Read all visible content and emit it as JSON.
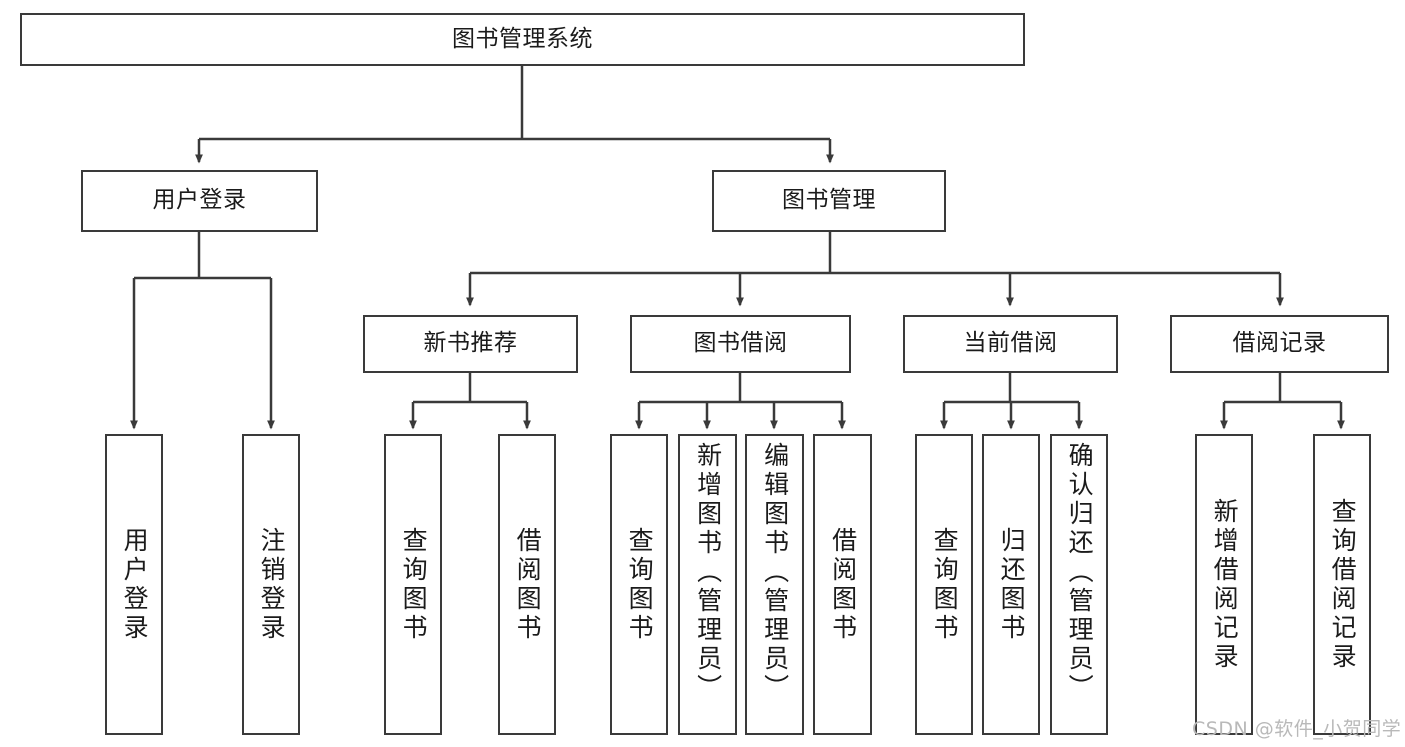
{
  "diagram": {
    "type": "hierarchy-tree",
    "title": "图书管理系统",
    "watermark": "CSDN @软件_小贺同学",
    "colors": {
      "box_border": "#3a3a3a",
      "box_fill": "#ffffff",
      "edge": "#3a3a3a",
      "text": "#1b1b1b",
      "watermark": "#b9b9b9",
      "background": "#ffffff"
    },
    "nodes": {
      "root": {
        "label": "图书管理系统"
      },
      "level1": [
        {
          "id": "user-login",
          "label": "用户登录"
        },
        {
          "id": "book-management",
          "label": "图书管理"
        }
      ],
      "level2": [
        {
          "id": "new-book-recommend",
          "label": "新书推荐"
        },
        {
          "id": "book-borrow",
          "label": "图书借阅"
        },
        {
          "id": "current-borrow",
          "label": "当前借阅"
        },
        {
          "id": "borrow-record",
          "label": "借阅记录"
        }
      ],
      "leaves": {
        "user_login": [
          {
            "id": "leaf-user-login",
            "label": "用户登录"
          },
          {
            "id": "leaf-logout-login",
            "label": "注销登录"
          }
        ],
        "new_book_recommend": [
          {
            "id": "leaf-query-book-1",
            "label": "查询图书"
          },
          {
            "id": "leaf-borrow-book-1",
            "label": "借阅图书"
          }
        ],
        "book_borrow": [
          {
            "id": "leaf-query-book-2",
            "label": "查询图书"
          },
          {
            "id": "leaf-add-book-admin",
            "label": "新增图书（管理员）"
          },
          {
            "id": "leaf-edit-book-admin",
            "label": "编辑图书（管理员）"
          },
          {
            "id": "leaf-borrow-book-2",
            "label": "借阅图书"
          }
        ],
        "current_borrow": [
          {
            "id": "leaf-query-book-3",
            "label": "查询图书"
          },
          {
            "id": "leaf-return-book",
            "label": "归还图书"
          },
          {
            "id": "leaf-confirm-return-admin",
            "label": "确认归还（管理员）"
          }
        ],
        "borrow_record": [
          {
            "id": "leaf-add-borrow-record",
            "label": "新增借阅记录"
          },
          {
            "id": "leaf-query-borrow-record",
            "label": "查询借阅记录"
          }
        ]
      }
    }
  }
}
